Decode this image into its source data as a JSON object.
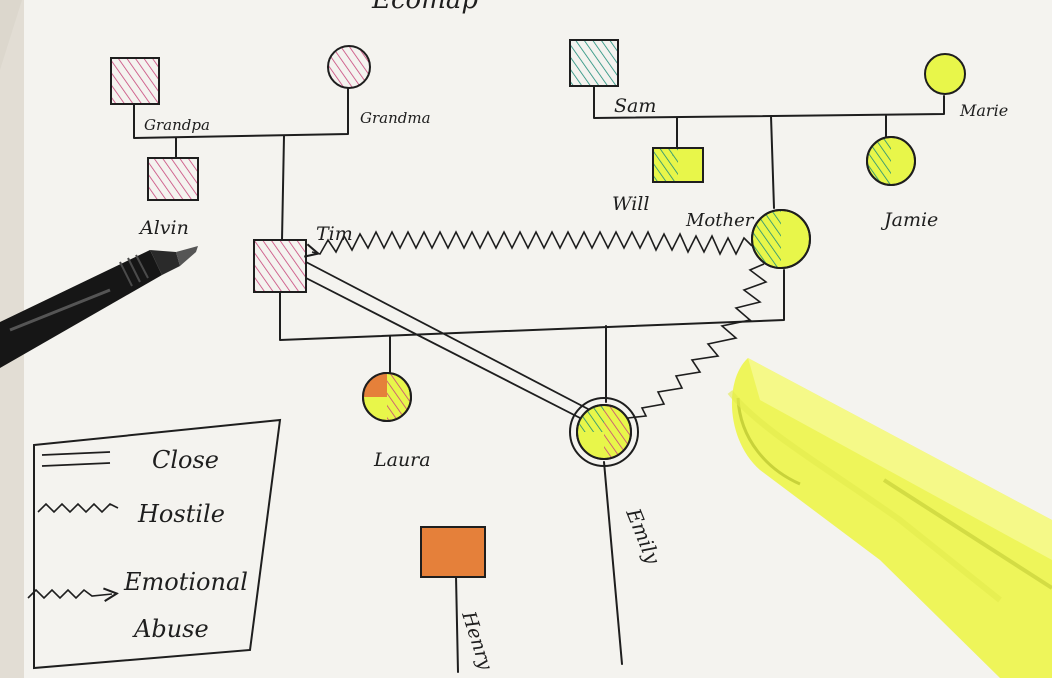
{
  "header_fragment": "Ecomap",
  "people": {
    "grandpa": "Grandpa",
    "grandma": "Grandma",
    "alvin": "Alvin",
    "tim": "Tim",
    "sam": "Sam",
    "marie": "Marie",
    "will": "Will",
    "mother": "Mother",
    "jamie": "Jamie",
    "laura": "Laura",
    "emily": "Emily",
    "henry": "Henry"
  },
  "legend": {
    "close": "Close",
    "hostile": "Hostile",
    "emotional_abuse_line1": "Emotional",
    "emotional_abuse_line2": "Abuse"
  },
  "colors": {
    "paper": "#f4f3ef",
    "ink": "#1e1e1e",
    "pink_marker": "#c8457a",
    "teal_marker": "#1c8c78",
    "orange_marker": "#e5803a",
    "yellow_highlighter": "#e8f64a"
  }
}
